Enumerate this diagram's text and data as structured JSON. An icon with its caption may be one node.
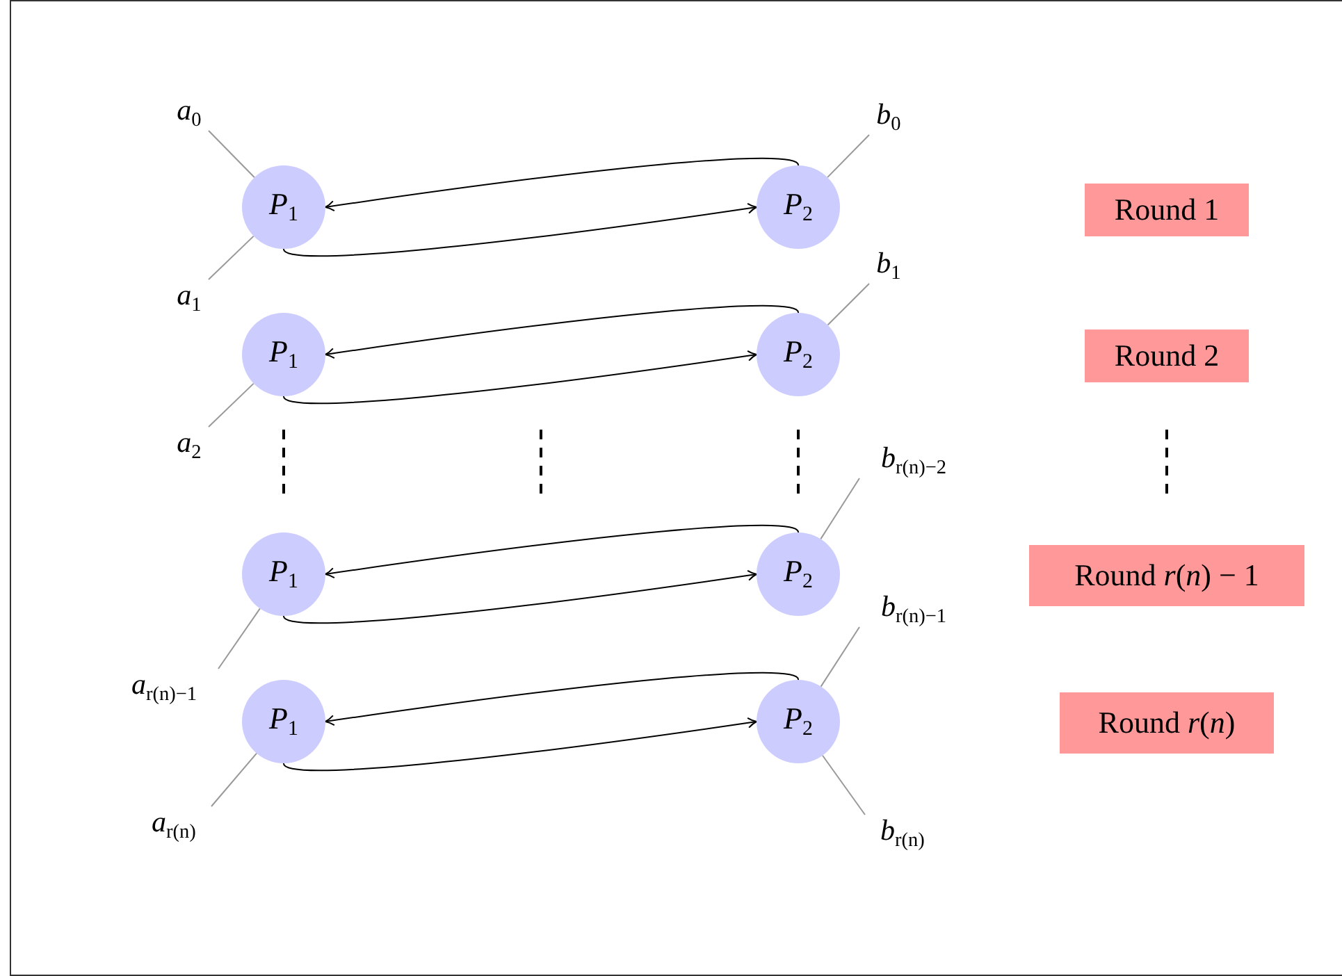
{
  "diagram": {
    "nodes": [
      {
        "text": [
          "*a*$_{0}$"
        ]
      },
      {
        "text": [
          "*b*$_{0}$"
        ]
      },
      {
        "text": [
          "*P*$_{1}$"
        ]
      },
      {
        "text": [
          "*P*$_{2}$"
        ]
      },
      {
        "text": [
          "Round 1"
        ]
      },
      {
        "text": [
          "*a*$_{1}$"
        ]
      },
      {
        "text": [
          "*b*$_{1}$"
        ]
      },
      {
        "text": [
          "*P*$_{1}$"
        ]
      },
      {
        "text": [
          "*P*$_{2}$"
        ]
      },
      {
        "text": [
          "Round 2"
        ]
      },
      {
        "text": [
          "*a*$_{2}$"
        ]
      },
      {
        "text": [
          "*b*$_{r(n)−2}$"
        ]
      },
      {
        "text": [
          "*P*$_{1}$"
        ]
      },
      {
        "text": [
          "*P*$_{2}$"
        ]
      },
      {
        "text": [
          "Round *r*(*n*) − 1"
        ]
      },
      {
        "text": [
          "*b*$_{r(n)−1}$"
        ]
      },
      {
        "text": [
          "*a*$_{r(n)−1}$"
        ]
      },
      {
        "text": [
          "*P*$_{1}$"
        ]
      },
      {
        "text": [
          "*P*$_{2}$"
        ]
      },
      {
        "text": [
          "Round *r*(*n*)"
        ]
      },
      {
        "text": [
          "*a*$_{r(n)}$"
        ]
      },
      {
        "text": [
          "*b*$_{r(n)}$"
        ]
      }
    ],
    "edges": [
      {
        "from": 0,
        "to": 2,
        "arrow": "none"
      },
      {
        "from": 5,
        "to": 2,
        "arrow": "none"
      },
      {
        "from": 1,
        "to": 3,
        "arrow": "none"
      },
      {
        "from": 3,
        "to": 2,
        "arrow": "to",
        "color": "#000000"
      },
      {
        "from": 2,
        "to": 3,
        "arrow": "to",
        "color": "#000000"
      },
      {
        "from": 10,
        "to": 7,
        "arrow": "none"
      },
      {
        "from": 6,
        "to": 8,
        "arrow": "none"
      },
      {
        "from": 8,
        "to": 7,
        "arrow": "to",
        "color": "#000000"
      },
      {
        "from": 7,
        "to": 8,
        "arrow": "to",
        "color": "#000000"
      },
      {
        "from": 16,
        "to": 12,
        "arrow": "none"
      },
      {
        "from": 11,
        "to": 13,
        "arrow": "none"
      },
      {
        "from": 13,
        "to": 12,
        "arrow": "to",
        "color": "#000000"
      },
      {
        "from": 12,
        "to": 13,
        "arrow": "to",
        "color": "#000000"
      },
      {
        "from": 20,
        "to": 17,
        "arrow": "none"
      },
      {
        "from": 15,
        "to": 18,
        "arrow": "none"
      },
      {
        "from": 21,
        "to": 18,
        "arrow": "none"
      },
      {
        "from": 18,
        "to": 17,
        "arrow": "to",
        "color": "#000000"
      },
      {
        "from": 17,
        "to": 18,
        "arrow": "to",
        "color": "#000000"
      }
    ]
  }
}
